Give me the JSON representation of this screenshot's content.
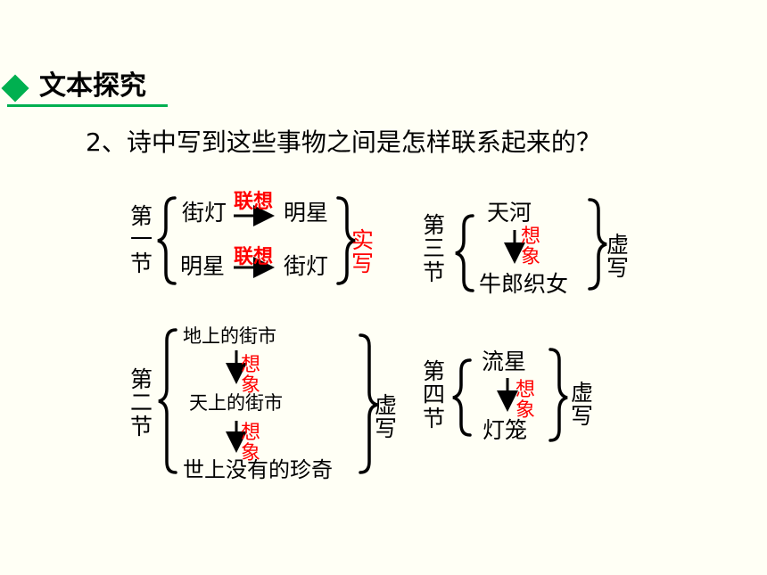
{
  "header": {
    "title": "文本探究",
    "accent_color": "#00b050"
  },
  "question": "2、诗中写到这些事物之间是怎样联系起来的？",
  "relation_color": "#ff0000",
  "sections": [
    {
      "label": [
        "第",
        "一",
        "节"
      ],
      "items": [
        {
          "from": "街灯",
          "relation": "联想",
          "to": "明星"
        },
        {
          "from": "明星",
          "relation": "联想",
          "to": "街灯"
        }
      ],
      "category": [
        "实",
        "写"
      ]
    },
    {
      "label": [
        "第",
        "二",
        "节"
      ],
      "items": [
        "地上的街市",
        "天上的街市",
        "世上没有的珍奇"
      ],
      "relations": [
        [
          "想",
          "象"
        ],
        [
          "想",
          "象"
        ]
      ],
      "category": [
        "虚",
        "写"
      ]
    },
    {
      "label": [
        "第",
        "三",
        "节"
      ],
      "items": [
        "天河",
        "牛郎织女"
      ],
      "relation": [
        "想",
        "象"
      ],
      "category": [
        "虚",
        "写"
      ]
    },
    {
      "label": [
        "第",
        "四",
        "节"
      ],
      "items": [
        "流星",
        "灯笼"
      ],
      "relation": [
        "想",
        "象"
      ],
      "category": [
        "虚",
        "写"
      ]
    }
  ]
}
